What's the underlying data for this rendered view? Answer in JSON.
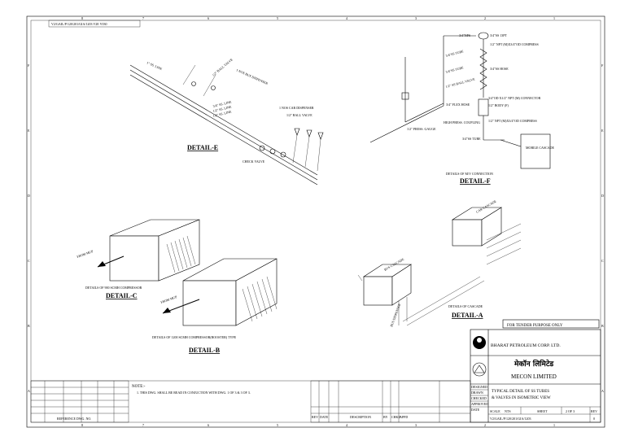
{
  "drawing": {
    "ref_box": "V2/GAIL/P/120/201/GIA/1203 V2E V030",
    "zone_letters": [
      "F",
      "E",
      "D",
      "C",
      "B",
      "A"
    ],
    "column_numbers": [
      "8",
      "7",
      "6",
      "5",
      "4",
      "3",
      "2",
      "1"
    ]
  },
  "details": {
    "e": {
      "title": "DETAIL-E",
      "labels": {
        "pipe_top": "1\" SS. LINE",
        "valve": "1/2\" BALL VALVE",
        "bus_dispenser": "1 NOS BUS DISPENSER",
        "car_dispenser": "1 NOS CAR DISPENSER",
        "ss_line_1": "3/4\" SS. LINE",
        "ss_line_2": "1/2\" SS. LINE",
        "ss_line_3": "1/2\" SS. LINE",
        "ball_valve_2": "1/2\" BALL VALVE",
        "check_valve": "CHECK VALVE"
      }
    },
    "f": {
      "title": "DETAIL-F",
      "caption": "DETAILS OF M/V CONNECTION",
      "labels": {
        "a": "3/4\"NPS",
        "b": "3/4\"SS 13PT",
        "c": "1/2\" NPT (M)X3/4\"OD COMPRESS",
        "d": "3/4\"SS HOSE",
        "e": "3/4\"OD X1/2\" NPT (M) CONNECTOR",
        "f": "1/2\" BODY (F)",
        "g": "1/2\" NPT (M)X3/4\"OD COMPRESS",
        "h": "3/4\"SS TUBE",
        "i": "3/4\"SS TUBE",
        "j": "3/4\" FLEX HOSE",
        "k": "1/2\" SS BALL VALVE",
        "l": "1/2\" PRESS. GAUGE",
        "m": "HIGH PRESS. COUPLING",
        "n": "3/4\"SS TUBE",
        "cascade": "MOBILE CASCADE"
      }
    },
    "c": {
      "title": "DETAIL-C",
      "caption": "DETAILS OF 900 SCMH COMPRESSOR",
      "arrow": "FROM MGP"
    },
    "b": {
      "title": "DETAIL-B",
      "caption": "DETAILS OF 1200 SCMH COMPRESSOR(BOOSTER) TYPE",
      "arrow": "FROM MGP"
    },
    "a": {
      "title": "DETAIL-A",
      "caption": "DETAILS OF CASCADE",
      "car_cascade": "CAR CASCADE",
      "bus_cascade": "BUS CASCADE",
      "bus_dispenser_note": "BUS DISPENSER"
    }
  },
  "notes": {
    "heading": "NOTE:-",
    "line1": "1. THIS DWG. SHALL BE READ IN CONJUCTION WITH DWG. 1 OF 3 & 3 OF 3."
  },
  "title_block": {
    "tender_stamp": "FOR TENDER PURPOSE ONLY",
    "client": "BHARAT PETROLEUM CORP. LTD.",
    "client_hindi": "मेकॉन लिमिटेड",
    "consultant": "MECON LIMITED",
    "drawing_title_1": "TYPICAL DETAIL OF SS TUBES",
    "drawing_title_2": "& VALVES IN ISOMETRIC VIEW",
    "drawing_no": "V2/GAIL/P/120/201/GIA/1203",
    "scale_label": "SCALE",
    "scale_value": "NTS",
    "sheet_label": "SHEET",
    "sheet_value": "2 OF 3",
    "rev_label": "REV",
    "rev_value": "0",
    "rows": [
      "DESIGNED",
      "DRAWN",
      "CHECKED",
      "APPROVED",
      "DATE"
    ],
    "rev_table_headers": [
      "REV",
      "DATE",
      "DESCRIPTION",
      "BY",
      "CHKD",
      "APPD"
    ],
    "ref_dwg_label": "REFERENCE DWG. NO."
  }
}
